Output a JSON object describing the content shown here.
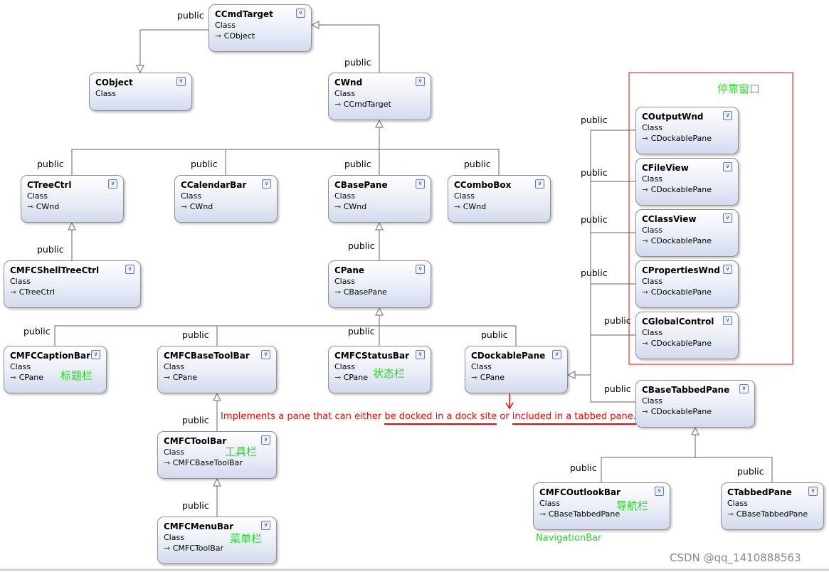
{
  "classes": [
    {
      "name": "CCmdTarget",
      "kind": "Class",
      "base": "CObject"
    },
    {
      "name": "CObject",
      "kind": "Class",
      "base": null
    },
    {
      "name": "CWnd",
      "kind": "Class",
      "base": "CCmdTarget"
    },
    {
      "name": "CTreeCtrl",
      "kind": "Class",
      "base": "CWnd"
    },
    {
      "name": "CCalendarBar",
      "kind": "Class",
      "base": "CWnd"
    },
    {
      "name": "CBasePane",
      "kind": "Class",
      "base": "CWnd"
    },
    {
      "name": "CComboBox",
      "kind": "Class",
      "base": "CWnd"
    },
    {
      "name": "CMFCShellTreeCtrl",
      "kind": "Class",
      "base": "CTreeCtrl"
    },
    {
      "name": "CPane",
      "kind": "Class",
      "base": "CBasePane"
    },
    {
      "name": "CMFCCaptionBar",
      "kind": "Class",
      "base": "CPane"
    },
    {
      "name": "CMFCBaseToolBar",
      "kind": "Class",
      "base": "CPane"
    },
    {
      "name": "CMFCStatusBar",
      "kind": "Class",
      "base": "CPane"
    },
    {
      "name": "CDockablePane",
      "kind": "Class",
      "base": "CPane"
    },
    {
      "name": "COutputWnd",
      "kind": "Class",
      "base": "CDockablePane"
    },
    {
      "name": "CFileView",
      "kind": "Class",
      "base": "CDockablePane"
    },
    {
      "name": "CClassView",
      "kind": "Class",
      "base": "CDockablePane"
    },
    {
      "name": "CPropertiesWnd",
      "kind": "Class",
      "base": "CDockablePane"
    },
    {
      "name": "CGlobalControl",
      "kind": "Class",
      "base": "CDockablePane"
    },
    {
      "name": "CBaseTabbedPane",
      "kind": "Class",
      "base": "CDockablePane"
    },
    {
      "name": "CMFCToolBar",
      "kind": "Class",
      "base": "CMFCBaseToolBar"
    },
    {
      "name": "CMFCMenuBar",
      "kind": "Class",
      "base": "CMFCToolBar"
    },
    {
      "name": "CMFCOutlookBar",
      "kind": "Class",
      "base": "CBaseTabbedPane"
    },
    {
      "name": "CTabbedPane",
      "kind": "Class",
      "base": "CBaseTabbedPane"
    }
  ],
  "inheritance_label": "public",
  "annotations": {
    "docking_group": "停靠窗口",
    "caption_bar": "标题栏",
    "status_bar": "状态栏",
    "tool_bar": "工具栏",
    "menu_bar": "菜单栏",
    "nav_bar": "导航栏",
    "nav_bar_en": "NavigationBar",
    "note_part1": "Implements a pane that can either ",
    "note_part2": "be docked in a dock site",
    "note_part3": " or ",
    "note_part4": "included in a tabbed pane."
  },
  "watermark": "CSDN @qq_1410888563",
  "colors": {
    "note": "#ff0000",
    "annotation": "#22dd22",
    "line": "#808080"
  }
}
